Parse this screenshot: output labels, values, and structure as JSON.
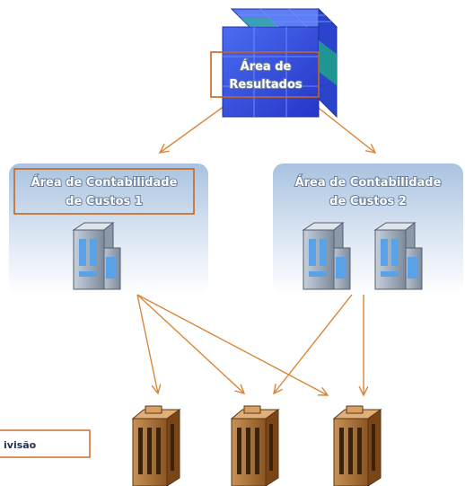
{
  "cube": {
    "line1": "Área de",
    "line2": "Resultados"
  },
  "cost_areas": [
    {
      "line1": "Área de Contabilidade",
      "line2": "de Custos 1"
    },
    {
      "line1": "Área de Contabilidade",
      "line2": "de Custos 2"
    }
  ],
  "legend": {
    "label": "ivisão"
  },
  "colors": {
    "arrow": "#d9863a",
    "highlight_frame": "#c8641c",
    "cube_blue": "#2f4fe0",
    "cube_teal": "#1f9e8c",
    "panel_top": "#a9c2e0",
    "panel_bottom": "#ffffff",
    "office_building": "#6f7f90",
    "division_building": "#a86a30"
  },
  "icons": [
    "cube-icon",
    "office-building-icon",
    "division-building-icon"
  ]
}
